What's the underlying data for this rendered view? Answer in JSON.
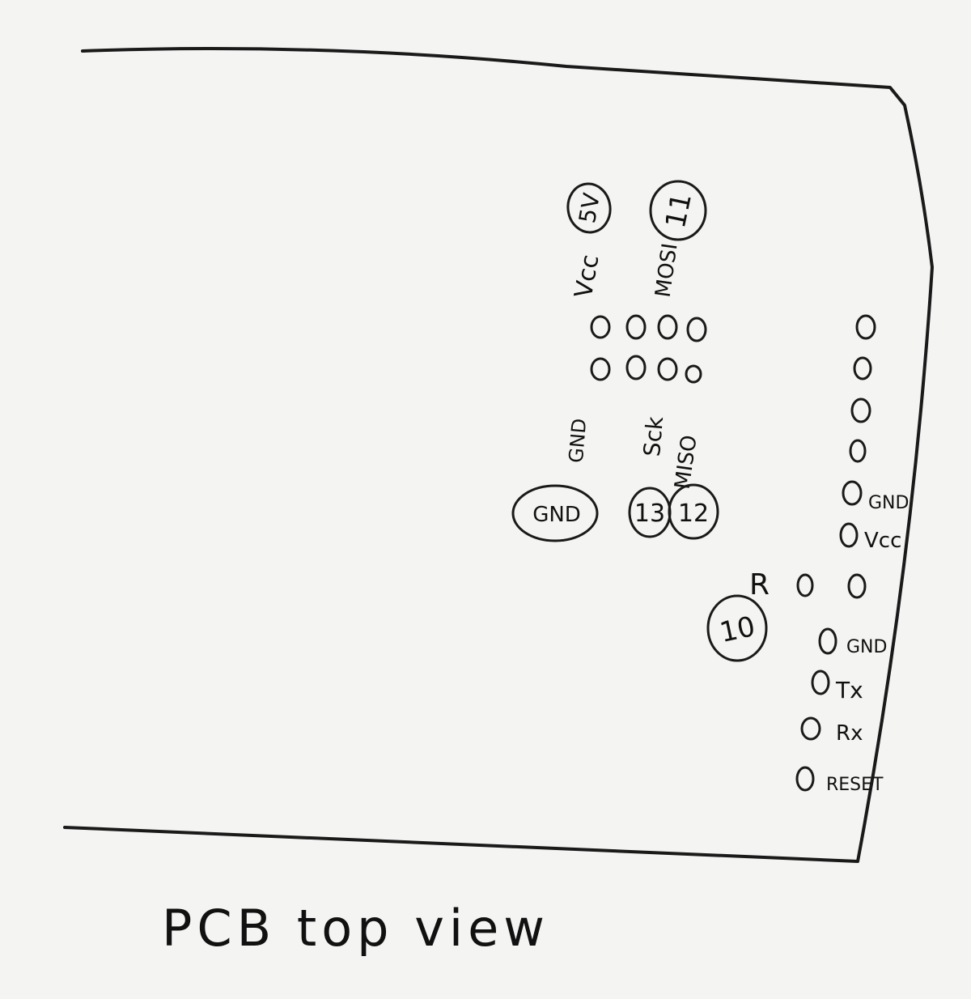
{
  "caption": "PCB top view",
  "top_header": {
    "circled_labels": [
      "5V",
      "11",
      "GND",
      "13",
      "12"
    ],
    "signal_labels": [
      "Vcc",
      "MOSI",
      "GND",
      "Sck",
      "MISO"
    ]
  },
  "right_header": {
    "pin_labels": [
      "GND",
      "Vcc",
      "GND",
      "Tx",
      "Rx",
      "RESET"
    ]
  },
  "resistor": {
    "label": "R",
    "circled_label": "10"
  }
}
